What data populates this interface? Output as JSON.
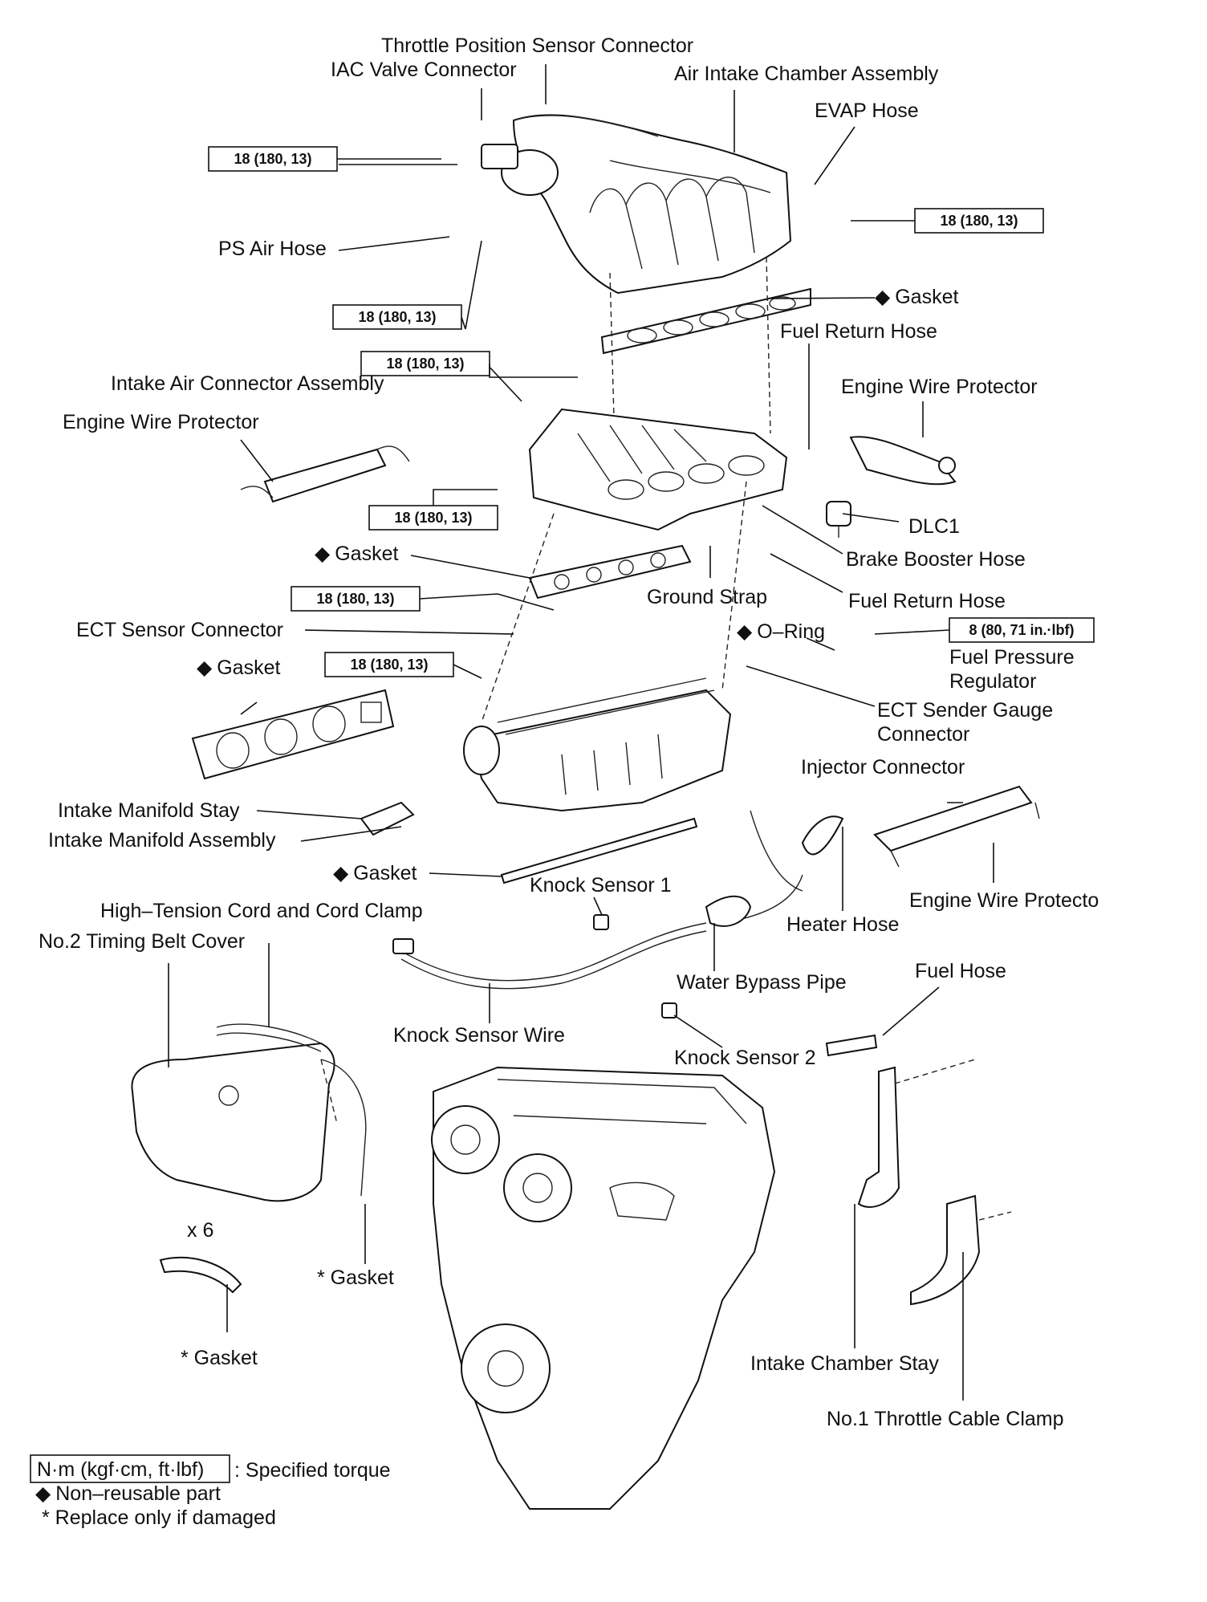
{
  "labels": {
    "throttle_position_sensor_connector": "Throttle Position Sensor Connector",
    "iac_valve_connector": "IAC Valve Connector",
    "air_intake_chamber_assembly": "Air Intake Chamber Assembly",
    "evap_hose": "EVAP Hose",
    "ps_air_hose": "PS Air Hose",
    "gasket_chamber": "Gasket",
    "fuel_return_hose_top": "Fuel Return Hose",
    "intake_air_connector_assembly": "Intake Air Connector Assembly",
    "engine_wire_protector_right": "Engine Wire Protector",
    "engine_wire_protector_left": "Engine Wire Protector",
    "dlc1": "DLC1",
    "brake_booster_hose": "Brake Booster Hose",
    "gasket_connector": "Gasket",
    "ground_strap": "Ground Strap",
    "fuel_return_hose_bottom": "Fuel Return Hose",
    "ect_sensor_connector": "ECT Sensor Connector",
    "o_ring": "O–Ring",
    "fuel_pressure_regulator_1": "Fuel Pressure",
    "fuel_pressure_regulator_2": "Regulator",
    "gasket_manifold": "Gasket",
    "ect_sender_gauge_connector_1": "ECT Sender Gauge",
    "ect_sender_gauge_connector_2": "Connector",
    "injector_connector": "Injector Connector",
    "intake_manifold_stay": "Intake Manifold Stay",
    "intake_manifold_assembly": "Intake Manifold Assembly",
    "gasket_lower": "Gasket",
    "knock_sensor_1": "Knock Sensor 1",
    "engine_wire_protector_lower": "Engine Wire Protecto",
    "high_tension_cord": "High–Tension Cord and Cord Clamp",
    "no2_timing_belt_cover": "No.2 Timing Belt Cover",
    "heater_hose": "Heater Hose",
    "water_bypass_pipe": "Water Bypass Pipe",
    "fuel_hose": "Fuel Hose",
    "knock_sensor_wire": "Knock Sensor Wire",
    "knock_sensor_2": "Knock Sensor 2",
    "x6": "x 6",
    "gasket_star_1": "* Gasket",
    "gasket_star_2": "* Gasket",
    "intake_chamber_stay": "Intake Chamber Stay",
    "no1_throttle_cable_clamp": "No.1 Throttle Cable Clamp"
  },
  "torque": {
    "t1": "18 (180, 13)",
    "t2": "18 (180, 13)",
    "t3": "18 (180, 13)",
    "t4": "18 (180, 13)",
    "t5": "18 (180, 13)",
    "t6": "18 (180, 13)",
    "t7": "18 (180, 13)",
    "t8": "8 (80, 71 in.·lbf)"
  },
  "legend": {
    "unit_box": "N·m (kgf·cm, ft·lbf)",
    "specified_torque": ": Specified torque",
    "non_reusable": "Non–reusable part",
    "replace_if_damaged": "* Replace only if damaged"
  },
  "symbols": {
    "diamond": "◆"
  }
}
